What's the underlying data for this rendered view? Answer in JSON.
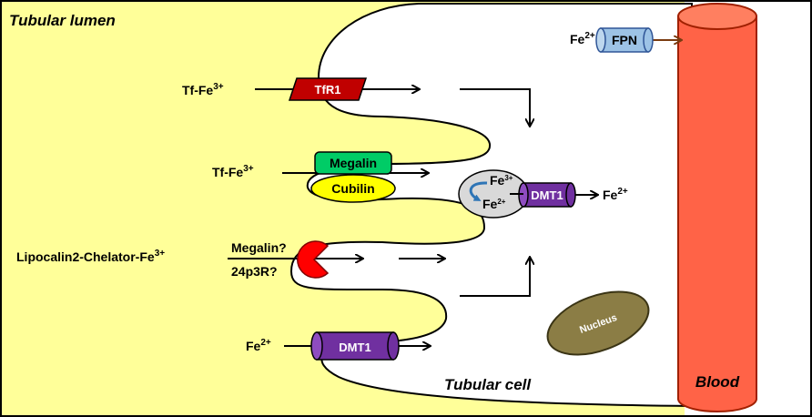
{
  "regions": {
    "lumen": "Tubular lumen",
    "cell": "Tubular cell",
    "blood": "Blood",
    "nucleus": "Nucleus"
  },
  "ligands": {
    "tf1": "Tf-Fe",
    "tf1_sup": "3+",
    "tf2": "Tf-Fe",
    "tf2_sup": "3+",
    "lcn": "Lipocalin2-Chelator-Fe",
    "lcn_sup": "3+",
    "fe_in": "Fe",
    "fe_in_sup": "2+",
    "fe_out": "Fe",
    "fe_out_sup": "2+",
    "fe_dmt": "Fe",
    "fe_dmt_sup": "2+"
  },
  "receptors": {
    "tfr1": "TfR1",
    "megalin": "Megalin",
    "cubilin": "Cubilin",
    "megalin_q": "Megalin?",
    "r24p3": "24p3R?",
    "dmt1_apical": "DMT1",
    "dmt1_endo": "DMT1",
    "fpn": "FPN"
  },
  "endosome": {
    "fe3": "Fe",
    "fe3_sup": "3+",
    "fe2": "Fe",
    "fe2_sup": "2+"
  },
  "colors": {
    "lumen_bg": "#ffff99",
    "tfr1": "#c00000",
    "megalin": "#00cc66",
    "cubilin": "#ffff00",
    "lipocalin_receptor": "#ff0000",
    "dmt1": "#7030a0",
    "fpn": "#9dc3e6",
    "blood": "#ff6347",
    "nucleus": "#8b7d45",
    "endosome": "#d9d9d9"
  }
}
